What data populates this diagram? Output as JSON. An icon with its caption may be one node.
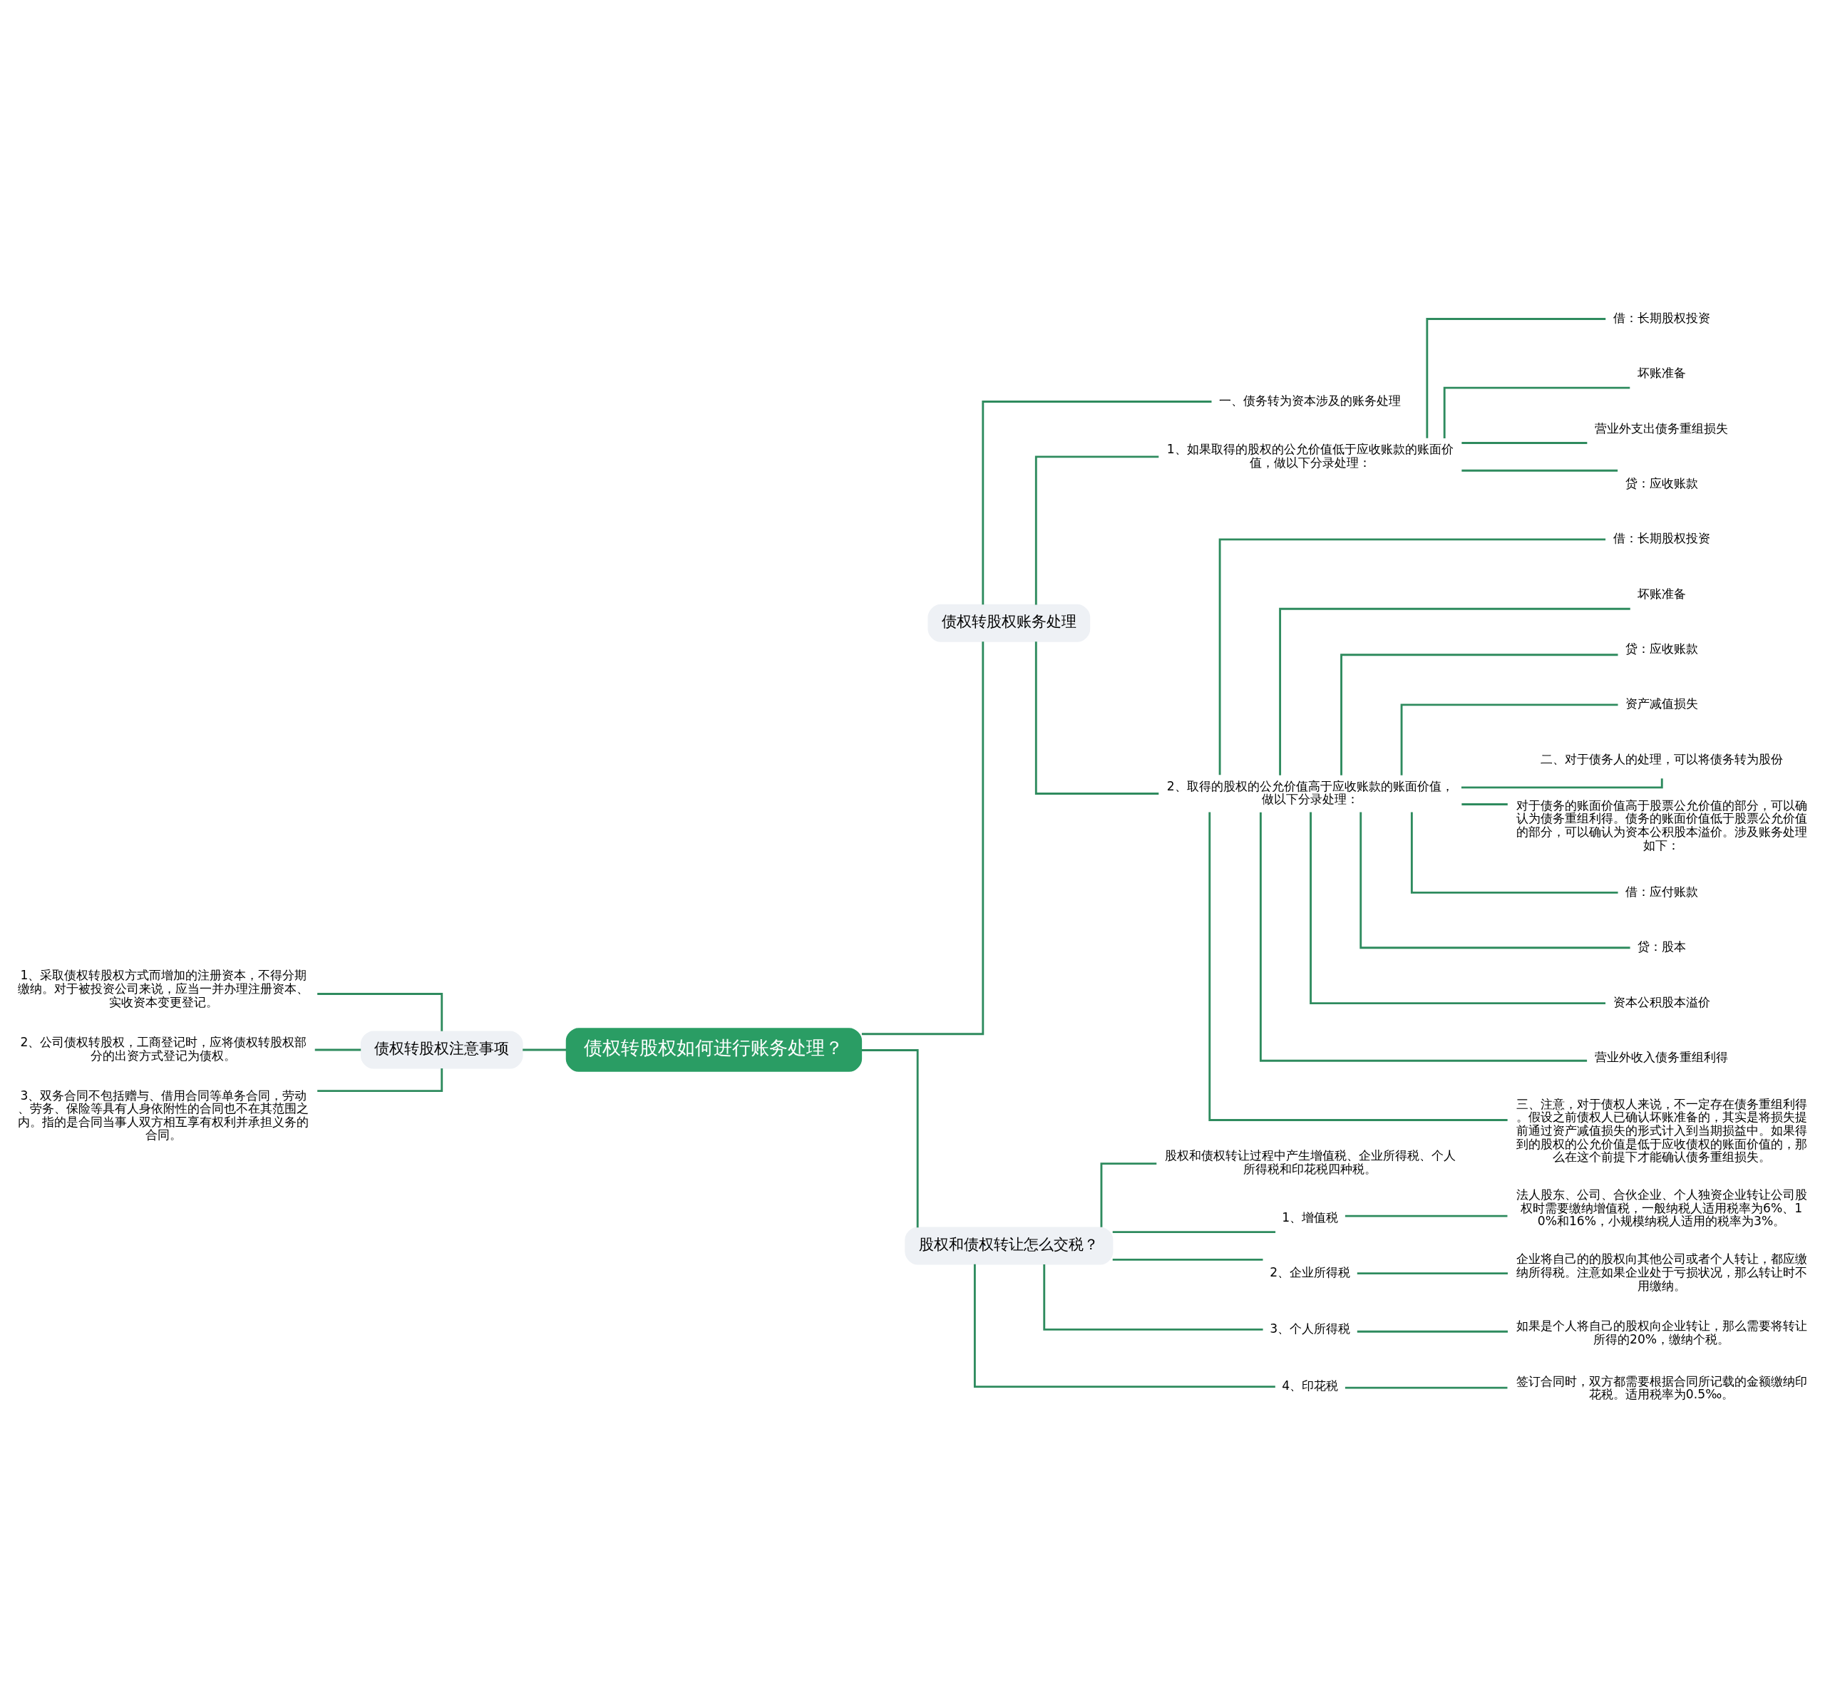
{
  "diagram": {
    "nodes": [
      {
        "text": [
          "债权转股权如何进行账务处理？"
        ]
      },
      {
        "text": [
          "债权转股权账务处理"
        ]
      },
      {
        "text": [
          "一、债务转为资本涉及的账务处理"
        ]
      },
      {
        "text": [
          "1、如果取得的股权的公允价值低于应收账款的账面价值，做以下分录处理："
        ]
      },
      {
        "text": [
          "借：长期股权投资"
        ]
      },
      {
        "text": [
          "坏账准备"
        ]
      },
      {
        "text": [
          "营业外支出债务重组损失"
        ]
      },
      {
        "text": [
          "贷：应收账款"
        ]
      },
      {
        "text": [
          "2、取得的股权的公允价值高于应收账款的账面价值，做以下分录处理："
        ]
      },
      {
        "text": [
          "借：长期股权投资"
        ]
      },
      {
        "text": [
          "坏账准备"
        ]
      },
      {
        "text": [
          "贷：应收账款"
        ]
      },
      {
        "text": [
          "资产减值损失"
        ]
      },
      {
        "text": [
          "二、对于债务人的处理，可以将债务转为股份"
        ]
      },
      {
        "text": [
          "对于债务的账面价值高于股票公允价值的部分，可以确认为债务重组利得。债务的账面价值低于股票公允价值的部分，可以确认为资本公积股本溢价。涉及账务处理如下："
        ]
      },
      {
        "text": [
          "借：应付账款"
        ]
      },
      {
        "text": [
          "贷：股本"
        ]
      },
      {
        "text": [
          "资本公积股本溢价"
        ]
      },
      {
        "text": [
          "营业外收入债务重组利得"
        ]
      },
      {
        "text": [
          "三、注意，对于债权人来说，不一定存在债务重组利得。假设之前债权人已确认坏账准备的，其实是将损失提前通过资产减值损失的形式计入到当期损益中。如果得到的股权的公允价值是低于应收债权的账面价值的，那么在这个前提下才能确认债务重组损失。"
        ]
      },
      {
        "text": [
          "股权和债权转让怎么交税？"
        ]
      },
      {
        "text": [
          "股权和债权转让过程中产生增值税、企业所得税、个人所得税和印花税四种税。"
        ]
      },
      {
        "text": [
          "1、增值税"
        ]
      },
      {
        "text": [
          "法人股东、公司、合伙企业、个人独资企业转让公司股权时需要缴纳增值税，一般纳税人适用税率为6%、10%和16%，小规模纳税人适用的税率为3%。"
        ]
      },
      {
        "text": [
          "2、企业所得税"
        ]
      },
      {
        "text": [
          "企业将自己的的股权向其他公司或者个人转让，都应缴纳所得税。注意如果企业处于亏损状况，那么转让时不用缴纳。"
        ]
      },
      {
        "text": [
          "3、个人所得税"
        ]
      },
      {
        "text": [
          "如果是个人将自己的股权向企业转让，那么需要将转让所得的20%，缴纳个税。"
        ]
      },
      {
        "text": [
          "4、印花税"
        ]
      },
      {
        "text": [
          "签订合同时，双方都需要根据合同所记载的金额缴纳印花税。适用税率为0.5‰。"
        ]
      },
      {
        "text": [
          "债权转股权注意事项"
        ]
      },
      {
        "text": [
          "1、采取债权转股权方式而增加的注册资本，不得分期缴纳。对于被投资公司来说，应当一并办理注册资本、实收资本变更登记。"
        ]
      },
      {
        "text": [
          "2、公司债权转股权，工商登记时，应将债权转股权部分的出资方式登记为债权。"
        ]
      },
      {
        "text": [
          "3、双务合同不包括赠与、借用合同等单务合同，劳动、劳务、保险等具有人身依附性的合同也不在其范围之内。指的是合同当事人双方相互享有权利并承担义务的合同。"
        ]
      }
    ],
    "edges": [
      {
        "from": 0,
        "to": 1,
        "arrow": "none"
      },
      {
        "from": 1,
        "to": 2,
        "arrow": "none"
      },
      {
        "from": 1,
        "to": 3,
        "arrow": "none"
      },
      {
        "from": 3,
        "to": 4,
        "arrow": "none"
      },
      {
        "from": 3,
        "to": 5,
        "arrow": "none"
      },
      {
        "from": 3,
        "to": 6,
        "arrow": "none"
      },
      {
        "from": 3,
        "to": 7,
        "arrow": "none"
      },
      {
        "from": 1,
        "to": 8,
        "arrow": "none"
      },
      {
        "from": 8,
        "to": 9,
        "arrow": "none"
      },
      {
        "from": 8,
        "to": 10,
        "arrow": "none"
      },
      {
        "from": 8,
        "to": 11,
        "arrow": "none"
      },
      {
        "from": 8,
        "to": 12,
        "arrow": "none"
      },
      {
        "from": 8,
        "to": 13,
        "arrow": "none"
      },
      {
        "from": 8,
        "to": 14,
        "arrow": "none"
      },
      {
        "from": 8,
        "to": 15,
        "arrow": "none"
      },
      {
        "from": 8,
        "to": 16,
        "arrow": "none"
      },
      {
        "from": 8,
        "to": 17,
        "arrow": "none"
      },
      {
        "from": 8,
        "to": 18,
        "arrow": "none"
      },
      {
        "from": 8,
        "to": 19,
        "arrow": "none"
      },
      {
        "from": 0,
        "to": 20,
        "arrow": "none"
      },
      {
        "from": 20,
        "to": 21,
        "arrow": "none"
      },
      {
        "from": 20,
        "to": 22,
        "arrow": "none"
      },
      {
        "from": 22,
        "to": 23,
        "arrow": "none"
      },
      {
        "from": 20,
        "to": 24,
        "arrow": "none"
      },
      {
        "from": 24,
        "to": 25,
        "arrow": "none"
      },
      {
        "from": 20,
        "to": 26,
        "arrow": "none"
      },
      {
        "from": 26,
        "to": 27,
        "arrow": "none"
      },
      {
        "from": 20,
        "to": 28,
        "arrow": "none"
      },
      {
        "from": 28,
        "to": 29,
        "arrow": "none"
      },
      {
        "from": 0,
        "to": 30,
        "arrow": "none"
      },
      {
        "from": 30,
        "to": 31,
        "arrow": "none"
      },
      {
        "from": 30,
        "to": 32,
        "arrow": "none"
      },
      {
        "from": 30,
        "to": 33,
        "arrow": "none"
      }
    ]
  }
}
